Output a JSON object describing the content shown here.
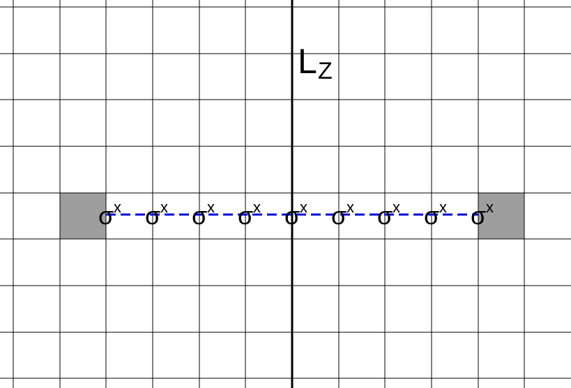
{
  "diagram": {
    "axis_label": {
      "main": "L",
      "subscript": "Z"
    },
    "operators": [
      {
        "symbol": "σ",
        "superscript": "x"
      },
      {
        "symbol": "σ",
        "superscript": "x"
      },
      {
        "symbol": "σ",
        "superscript": "x"
      },
      {
        "symbol": "σ",
        "superscript": "x"
      },
      {
        "symbol": "σ",
        "superscript": "x"
      },
      {
        "symbol": "σ",
        "superscript": "x"
      },
      {
        "symbol": "σ",
        "superscript": "x"
      },
      {
        "symbol": "σ",
        "superscript": "x"
      },
      {
        "symbol": "σ",
        "superscript": "x"
      }
    ],
    "colors": {
      "grid": "#000000",
      "axis": "#000000",
      "string": "#0000dd",
      "endpoint_fill": "#9e9e9e",
      "background": "#ffffff"
    }
  }
}
